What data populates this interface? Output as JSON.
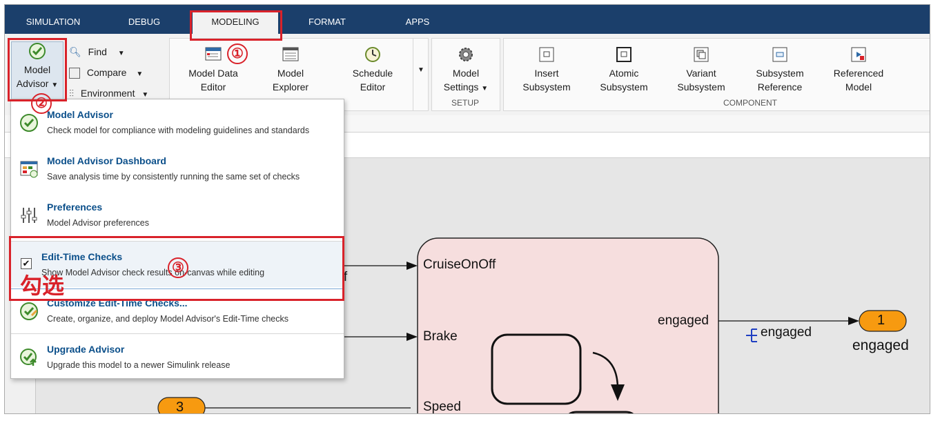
{
  "tabs": [
    {
      "label": "SIMULATION"
    },
    {
      "label": "DEBUG"
    },
    {
      "label": "MODELING"
    },
    {
      "label": "FORMAT"
    },
    {
      "label": "APPS"
    }
  ],
  "toolstrip": {
    "model_advisor": {
      "line1": "Model",
      "line2": "Advisor"
    },
    "find": "Find",
    "compare": "Compare",
    "environment": "Environment",
    "model_data_editor": {
      "line1": "Model Data",
      "line2": "Editor"
    },
    "model_explorer": {
      "line1": "Model",
      "line2": "Explorer"
    },
    "schedule_editor": {
      "line1": "Schedule",
      "line2": "Editor"
    },
    "model_settings": {
      "line1": "Model",
      "line2": "Settings"
    },
    "setup_label": "SETUP",
    "insert_subsystem": {
      "line1": "Insert",
      "line2": "Subsystem"
    },
    "atomic_subsystem": {
      "line1": "Atomic",
      "line2": "Subsystem"
    },
    "variant_subsystem": {
      "line1": "Variant",
      "line2": "Subsystem"
    },
    "subsystem_reference": {
      "line1": "Subsystem",
      "line2": "Reference"
    },
    "referenced_model": {
      "line1": "Referenced",
      "line2": "Model"
    },
    "component_label": "COMPONENT"
  },
  "menu": {
    "items": [
      {
        "title": "Model Advisor",
        "desc": "Check model for compliance with modeling guidelines and standards"
      },
      {
        "title": "Model Advisor Dashboard",
        "desc": "Save analysis time by consistently running the same set of checks"
      },
      {
        "title": "Preferences",
        "desc": "Model Advisor preferences"
      },
      {
        "title": "Edit-Time Checks",
        "desc": "Show Model Advisor check results on-canvas while editing"
      },
      {
        "title": "Customize Edit-Time Checks...",
        "desc": "Create, organize, and deploy Model Advisor's Edit-Time checks"
      },
      {
        "title": "Upgrade Advisor",
        "desc": "Upgrade this model to a newer Simulink release"
      }
    ]
  },
  "annotations": {
    "step1": "①",
    "step2": "②",
    "step3": "③",
    "check_text": "勾选"
  },
  "diagram": {
    "port_cruise": "CruiseOnOff",
    "port_brake": "Brake",
    "port_speed": "Speed",
    "port_engaged": "engaged",
    "signal_engaged": "engaged",
    "outport_number": "1",
    "outport_label": "engaged",
    "inport_number": "3",
    "partial_ff": "ff"
  },
  "colors": {
    "tabbar": "#1b3f6b",
    "link_title": "#0b4f8a",
    "annotation_red": "#d9222a",
    "chart_fill": "#f6dede",
    "port_orange": "#f79a10"
  }
}
